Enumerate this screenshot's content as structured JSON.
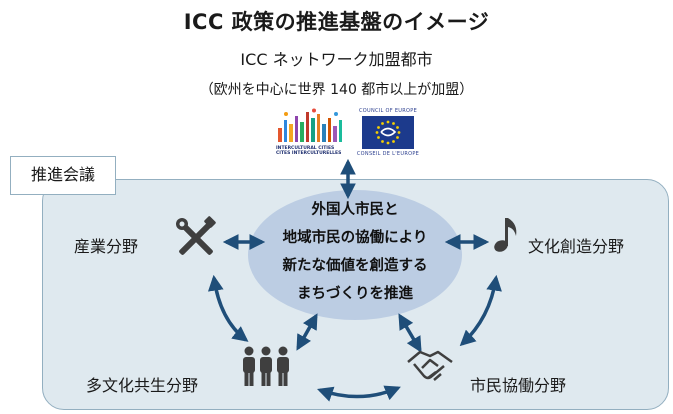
{
  "title": "ICC 政策の推進基盤のイメージ",
  "network": {
    "title": "ICC ネットワーク加盟都市",
    "note": "（欧州を中心に世界 140 都市以上が加盟）"
  },
  "logos": {
    "intercultural_cities": {
      "line1": "INTERCULTURAL CITIES",
      "line2": "CITES INTERCULTURELLES"
    },
    "council_of_europe": {
      "top": "COUNCIL OF EUROPE",
      "bottom": "CONSEIL DE L'EUROPE",
      "color": "#1c3a8c"
    }
  },
  "council": {
    "label": "推進会議"
  },
  "center": {
    "lines": [
      "外国人市民と",
      "地域市民の協働により",
      "新たな価値を創造する",
      "まちづくりを推進"
    ]
  },
  "sectors": {
    "industry": {
      "label": "産業分野",
      "icon": "tools-icon"
    },
    "culture": {
      "label": "文化創造分野",
      "icon": "music-note-icon"
    },
    "multicultural": {
      "label": "多文化共生分野",
      "icon": "people-icon"
    },
    "citizen": {
      "label": "市民協働分野",
      "icon": "handshake-icon"
    }
  },
  "colors": {
    "panel": "#dfe9ef",
    "ellipse": "#bccde3",
    "arrow": "#1f4e79",
    "icon": "#3f3f3f"
  }
}
